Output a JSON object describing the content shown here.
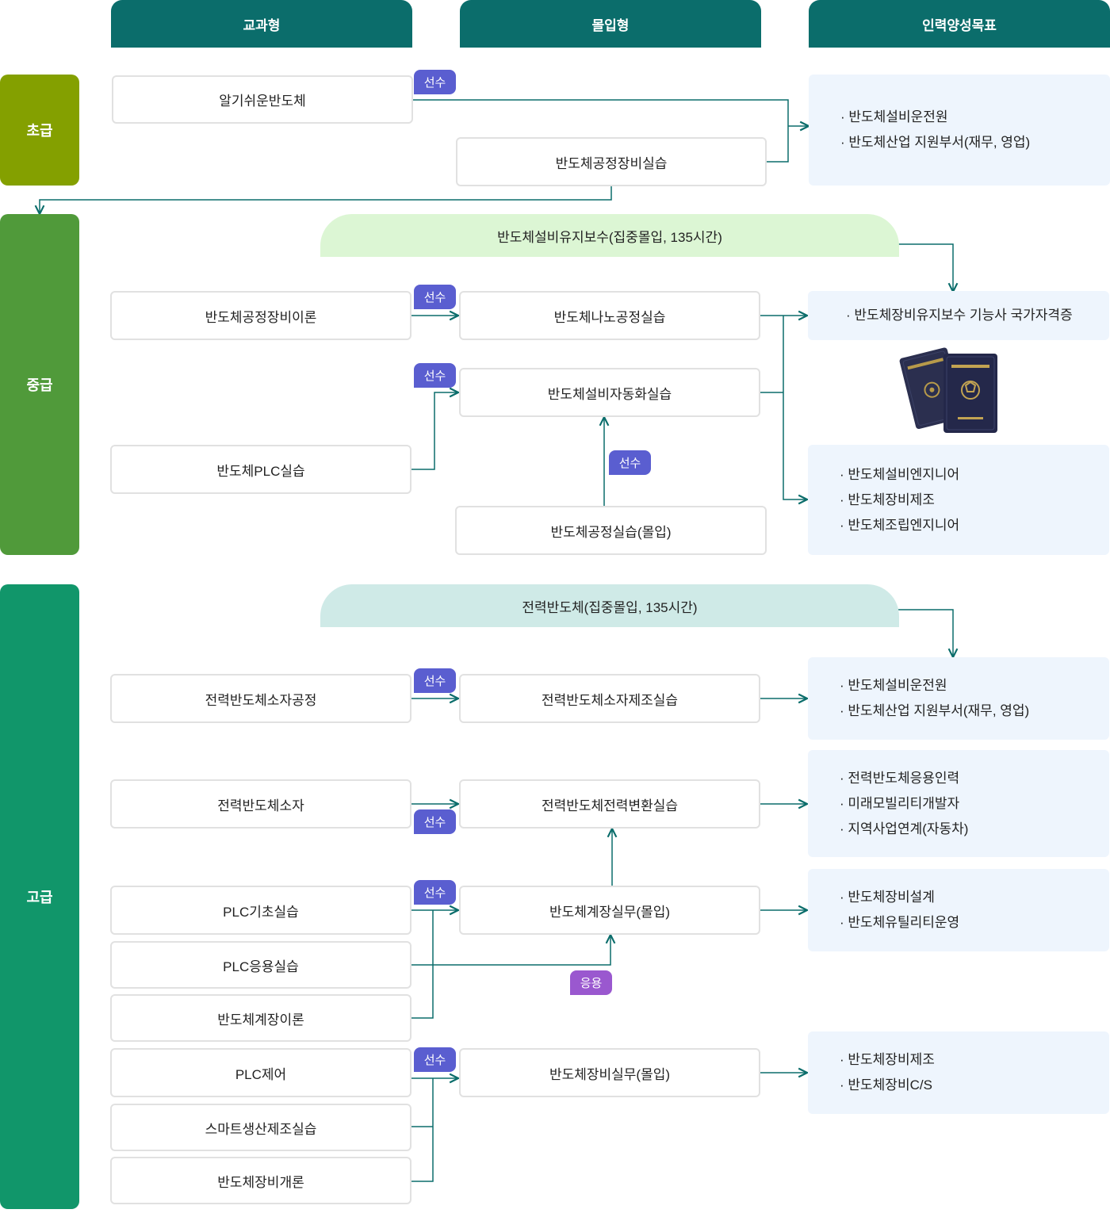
{
  "columns": {
    "curriculum": "교과형",
    "immersion": "몰입형",
    "goal": "인력양성목표"
  },
  "levels": {
    "beginner": "초급",
    "intermediate": "중급",
    "advanced": "고급"
  },
  "tags": {
    "prereq": "선수",
    "apply": "응용"
  },
  "colors": {
    "header": "#0b6d6b",
    "beginner": "#84a000",
    "intermediate": "#509a3a",
    "advanced": "#11966a",
    "tag_prereq": "#5a5ed0",
    "tag_apply": "#9a58cf",
    "line": "#0b6d6b"
  },
  "beginner": {
    "courses": [
      "알기쉬운반도체",
      "반도체공정장비실습"
    ],
    "goals": [
      "반도체설비운전원",
      "반도체산업 지원부서(재무, 영업)"
    ]
  },
  "intermediate": {
    "band": "반도체설비유지보수(집중몰입, 135시간)",
    "courses": [
      "반도체공정장비이론",
      "반도체나노공정실습",
      "반도체설비자동화실습",
      "반도체PLC실습",
      "반도체공정실습(몰입)"
    ],
    "goals_cert": [
      "반도체장비유지보수 기능사 국가자격증"
    ],
    "goals": [
      "반도체설비엔지니어",
      "반도체장비제조",
      "반도체조립엔지니어"
    ],
    "images": {
      "certificate_icon": "national-certificate-booklets"
    }
  },
  "advanced": {
    "band": "전력반도체(집중몰입, 135시간)",
    "courses": [
      "전력반도체소자공정",
      "전력반도체소자제조실습",
      "전력반도체소자",
      "전력반도체전력변환실습",
      "PLC기초실습",
      "PLC응용실습",
      "반도체계장이론",
      "반도체계장실무(몰입)",
      "PLC제어",
      "스마트생산제조실습",
      "반도체장비개론",
      "반도체장비실무(몰입)"
    ],
    "goals1": [
      "반도체설비운전원",
      "반도체산업 지원부서(재무, 영업)"
    ],
    "goals2": [
      "전력반도체응용인력",
      "미래모빌리티개발자",
      "지역사업연계(자동차)"
    ],
    "goals3": [
      "반도체장비설계",
      "반도체유틸리티운영"
    ],
    "goals4": [
      "반도체장비제조",
      "반도체장비C/S"
    ]
  }
}
